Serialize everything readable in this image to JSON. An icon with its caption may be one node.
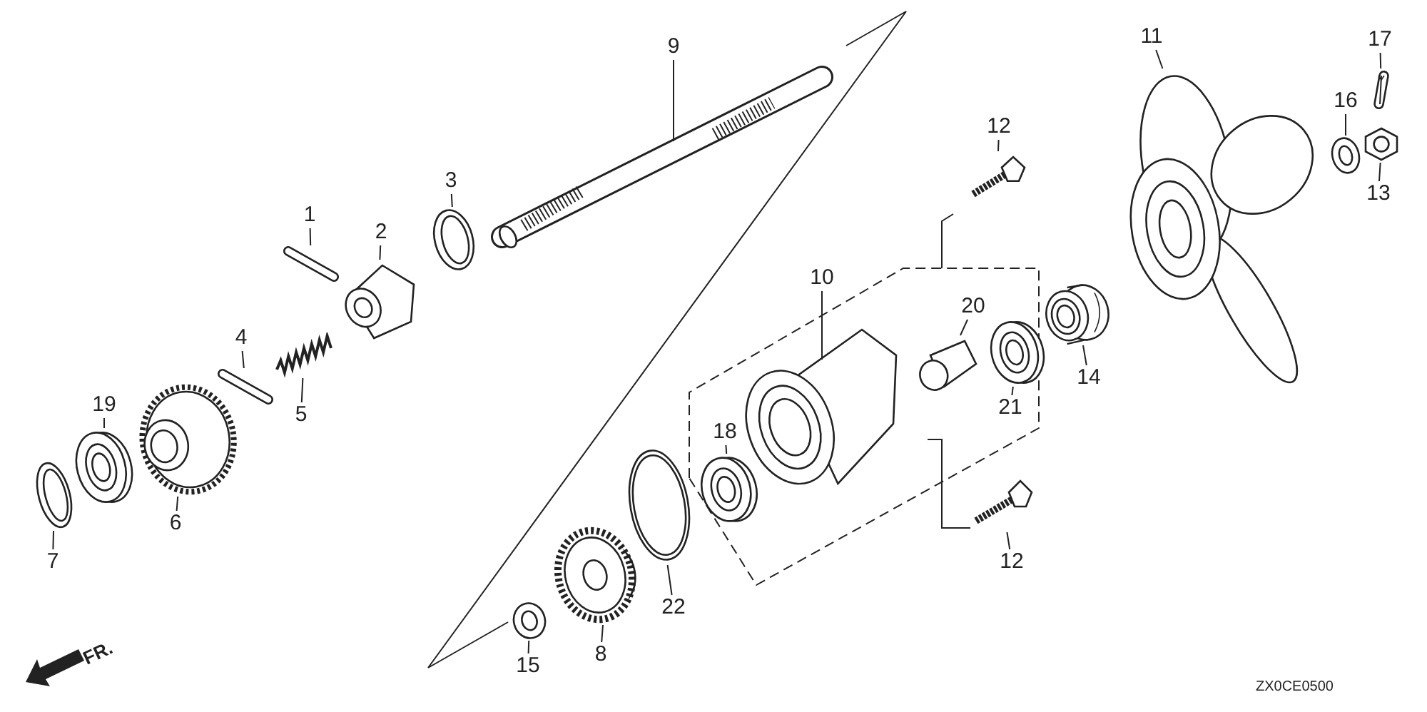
{
  "diagram": {
    "nodes": [
      {
        "text": [
          "1"
        ]
      },
      {
        "text": [
          "2"
        ]
      },
      {
        "text": [
          "3"
        ]
      },
      {
        "text": [
          "4"
        ]
      },
      {
        "text": [
          "5"
        ]
      },
      {
        "text": [
          "6"
        ]
      },
      {
        "text": [
          "7"
        ]
      },
      {
        "text": [
          "8"
        ]
      },
      {
        "text": [
          "9"
        ]
      },
      {
        "text": [
          "10"
        ]
      },
      {
        "text": [
          "11"
        ]
      },
      {
        "text": [
          "12"
        ]
      },
      {
        "text": [
          "12"
        ]
      },
      {
        "text": [
          "13"
        ]
      },
      {
        "text": [
          "14"
        ]
      },
      {
        "text": [
          "15"
        ]
      },
      {
        "text": [
          "16"
        ]
      },
      {
        "text": [
          "17"
        ]
      },
      {
        "text": [
          "18"
        ]
      },
      {
        "text": [
          "19"
        ]
      },
      {
        "text": [
          "20"
        ]
      },
      {
        "text": [
          "21"
        ]
      },
      {
        "text": [
          "22"
        ]
      },
      {
        "text": [],
        "shape": "picture"
      },
      {
        "text": [],
        "shape": "picture"
      },
      {
        "text": [],
        "shape": "picture"
      },
      {
        "text": [],
        "shape": "picture"
      },
      {
        "text": [],
        "shape": "picture"
      },
      {
        "text": [],
        "shape": "picture"
      },
      {
        "text": [],
        "shape": "picture"
      },
      {
        "text": [],
        "shape": "picture"
      },
      {
        "text": [],
        "shape": "picture"
      },
      {
        "text": [],
        "shape": "picture"
      },
      {
        "text": [],
        "shape": "picture"
      },
      {
        "text": [],
        "shape": "picture"
      },
      {
        "text": [],
        "shape": "picture"
      },
      {
        "text": [],
        "shape": "picture"
      },
      {
        "text": [],
        "shape": "picture"
      },
      {
        "text": [],
        "shape": "picture"
      },
      {
        "text": [],
        "shape": "picture"
      },
      {
        "text": [],
        "shape": "picture"
      },
      {
        "text": [],
        "shape": "picture"
      },
      {
        "text": [],
        "shape": "picture"
      },
      {
        "text": [],
        "shape": "picture"
      },
      {
        "text": [],
        "shape": "picture"
      },
      {
        "text": [],
        "shape": "picture"
      }
    ],
    "edges": [
      {
        "from": 0,
        "to": 23,
        "arrow": "none"
      },
      {
        "from": 1,
        "to": 24,
        "arrow": "none"
      },
      {
        "from": 2,
        "to": 25,
        "arrow": "none"
      },
      {
        "from": 3,
        "to": 26,
        "arrow": "none"
      },
      {
        "from": 4,
        "to": 27,
        "arrow": "none"
      },
      {
        "from": 5,
        "to": 28,
        "arrow": "none"
      },
      {
        "from": 6,
        "to": 29,
        "arrow": "none"
      },
      {
        "from": 7,
        "to": 30,
        "arrow": "none"
      },
      {
        "from": 8,
        "to": 31,
        "arrow": "none"
      },
      {
        "from": 9,
        "to": 32,
        "arrow": "none"
      },
      {
        "from": 10,
        "to": 33,
        "arrow": "none"
      },
      {
        "from": 11,
        "to": 34,
        "arrow": "none"
      },
      {
        "from": 12,
        "to": 35,
        "arrow": "none"
      },
      {
        "from": 13,
        "to": 36,
        "arrow": "none"
      },
      {
        "from": 14,
        "to": 37,
        "arrow": "none"
      },
      {
        "from": 15,
        "to": 38,
        "arrow": "none"
      },
      {
        "from": 16,
        "to": 39,
        "arrow": "none"
      },
      {
        "from": 17,
        "to": 40,
        "arrow": "none"
      },
      {
        "from": 18,
        "to": 41,
        "arrow": "none"
      },
      {
        "from": 19,
        "to": 42,
        "arrow": "none"
      },
      {
        "from": 20,
        "to": 43,
        "arrow": "none"
      },
      {
        "from": 21,
        "to": 44,
        "arrow": "none"
      },
      {
        "from": 22,
        "to": 45,
        "arrow": "none"
      }
    ],
    "labels": [
      "FR.",
      "ZX0CE0500"
    ]
  }
}
